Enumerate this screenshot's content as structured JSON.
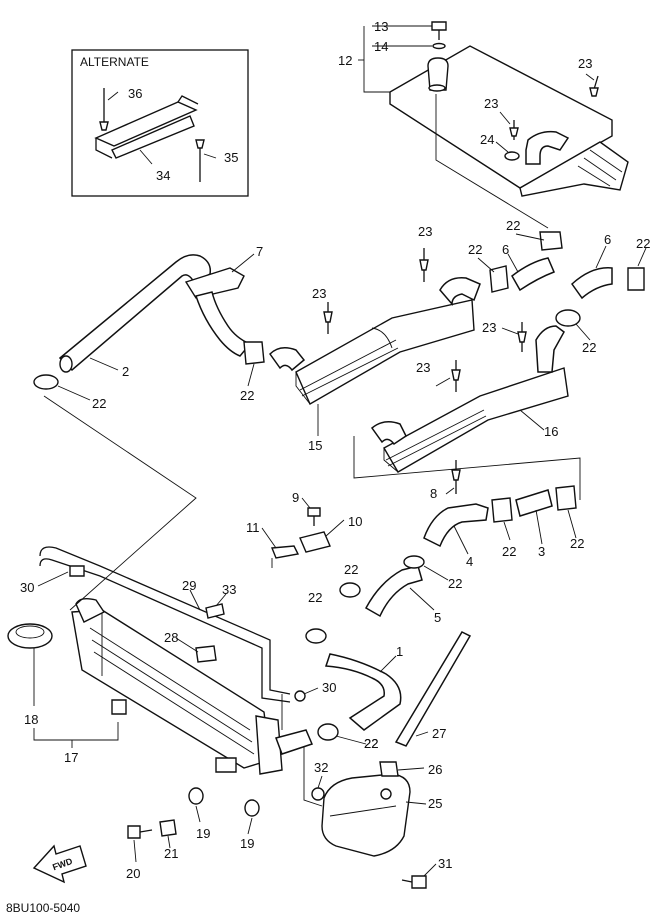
{
  "diagram": {
    "alternate_label": "ALTERNATE",
    "drawing_code": "8BU100-5040",
    "fwd_label": "FWD",
    "callouts": [
      {
        "id": "c13",
        "text": "13"
      },
      {
        "id": "c14",
        "text": "14"
      },
      {
        "id": "c12",
        "text": "12"
      },
      {
        "id": "c23a",
        "text": "23"
      },
      {
        "id": "c23b",
        "text": "23"
      },
      {
        "id": "c24",
        "text": "24"
      },
      {
        "id": "c36",
        "text": "36"
      },
      {
        "id": "c35",
        "text": "35"
      },
      {
        "id": "c34",
        "text": "34"
      },
      {
        "id": "c2",
        "text": "2"
      },
      {
        "id": "c7",
        "text": "7"
      },
      {
        "id": "c22a",
        "text": "22"
      },
      {
        "id": "c23c",
        "text": "23"
      },
      {
        "id": "c22b",
        "text": "22"
      },
      {
        "id": "c6a",
        "text": "6"
      },
      {
        "id": "c6b",
        "text": "6"
      },
      {
        "id": "c22c",
        "text": "22"
      },
      {
        "id": "c22d",
        "text": "22"
      },
      {
        "id": "c23d",
        "text": "23"
      },
      {
        "id": "c22e",
        "text": "22"
      },
      {
        "id": "c23e",
        "text": "23"
      },
      {
        "id": "c22f",
        "text": "22"
      },
      {
        "id": "c23f",
        "text": "23"
      },
      {
        "id": "c15",
        "text": "15"
      },
      {
        "id": "c16",
        "text": "16"
      },
      {
        "id": "c22g",
        "text": "22"
      },
      {
        "id": "c8",
        "text": "8"
      },
      {
        "id": "c9",
        "text": "9"
      },
      {
        "id": "c10",
        "text": "10"
      },
      {
        "id": "c11",
        "text": "11"
      },
      {
        "id": "c4",
        "text": "4"
      },
      {
        "id": "c22h",
        "text": "22"
      },
      {
        "id": "c3",
        "text": "3"
      },
      {
        "id": "c22i",
        "text": "22"
      },
      {
        "id": "c22j",
        "text": "22"
      },
      {
        "id": "c22k",
        "text": "22"
      },
      {
        "id": "c5",
        "text": "5"
      },
      {
        "id": "c30a",
        "text": "30"
      },
      {
        "id": "c29",
        "text": "29"
      },
      {
        "id": "c33",
        "text": "33"
      },
      {
        "id": "c22l",
        "text": "22"
      },
      {
        "id": "c28",
        "text": "28"
      },
      {
        "id": "c1",
        "text": "1"
      },
      {
        "id": "c18",
        "text": "18"
      },
      {
        "id": "c30b",
        "text": "30"
      },
      {
        "id": "c27",
        "text": "27"
      },
      {
        "id": "c17",
        "text": "17"
      },
      {
        "id": "c22m",
        "text": "22"
      },
      {
        "id": "c32",
        "text": "32"
      },
      {
        "id": "c26",
        "text": "26"
      },
      {
        "id": "c25",
        "text": "25"
      },
      {
        "id": "c19a",
        "text": "19"
      },
      {
        "id": "c19b",
        "text": "19"
      },
      {
        "id": "c20",
        "text": "20"
      },
      {
        "id": "c21",
        "text": "21"
      },
      {
        "id": "c31",
        "text": "31"
      }
    ]
  }
}
